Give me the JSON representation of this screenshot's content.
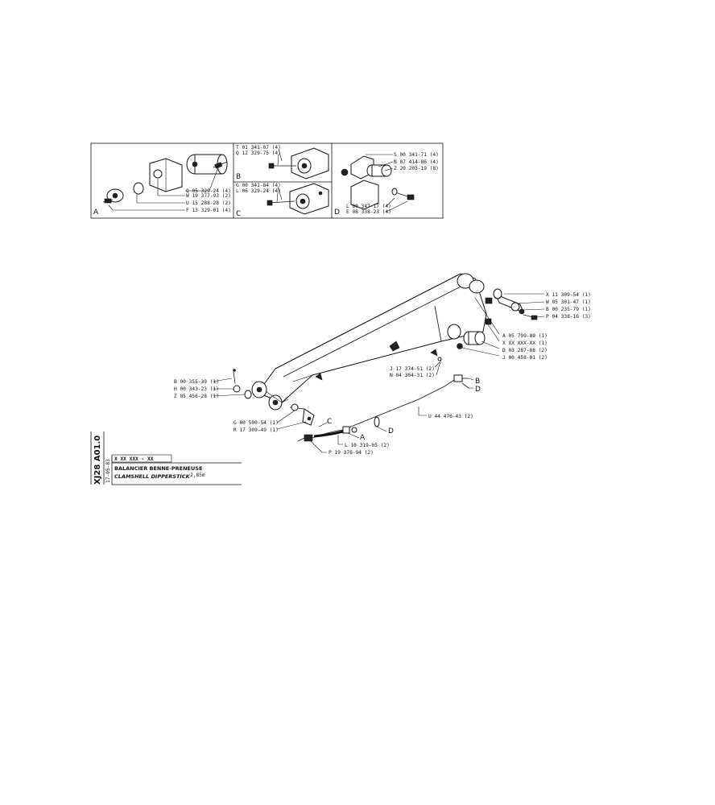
{
  "inset": {
    "A": {
      "letter": "A",
      "labels": [
        "Q 05 329-24 (4)",
        "W 19 377-93 (2)",
        "U 15 288-28 (2)",
        "F 13 329-01 (4)"
      ]
    },
    "B": {
      "letter": "B",
      "labels": [
        "T 01 341-07 (4)",
        "Q 12 329-75 (4)"
      ]
    },
    "C": {
      "letter": "C",
      "labels": [
        "G 00 341-84 (4)",
        "L 06 329-24 (4)"
      ]
    },
    "D": {
      "letter": "D",
      "labels": [
        "S 00 341-71 (4)",
        "N 07 414-86 (4)",
        "Z 20 203-19 (8)",
        "L 00 347-17 (4)",
        "E 08 338-23 (4)"
      ]
    }
  },
  "main": {
    "right_top": [
      "X 11 309-54 (1)",
      "W 05 301-47 (1)",
      "B 00 235-79 (1)",
      "P 04 338-16 (3)"
    ],
    "right_mid": [
      "A 05 799-89 (1)",
      "X XX XXX-XX (1)",
      "D 03 287-88 (2)",
      "J 00 458-01 (2)"
    ],
    "center": [
      "J 17 374-51 (2)",
      "N 04 304-31 (2)"
    ],
    "left": [
      "B 00 355-39 (1)",
      "H 00 343-23 (1)",
      "Z 05 456-28 (1)"
    ],
    "bottom_left": [
      "G 00 500-54 (1)",
      "R 17 309-49 (1)"
    ],
    "bottom_center": [
      "L 10 319-05 (2)",
      "P 19 376-94 (2)"
    ],
    "hose": "U 44 476-43 (2)",
    "letters": {
      "B": "B",
      "D1": "D",
      "D2": "D",
      "C": "C",
      "A": "A"
    }
  },
  "title_block": {
    "code": "XJ28 A01.0",
    "date": "17-05-83",
    "ref": "X XX XXX - XX",
    "title_fr": "BALANCIER BENNE-PRENEUSE",
    "title_en": "CLAMSHELL DIPPERSTICK",
    "length": "2,85m"
  }
}
